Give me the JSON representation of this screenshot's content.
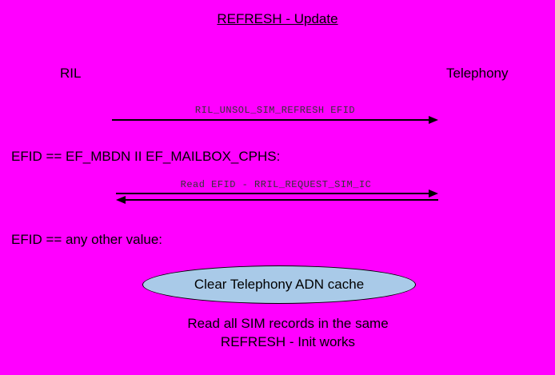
{
  "diagram": {
    "title": "REFRESH - Update",
    "actor_left": "RIL",
    "actor_right": "Telephony",
    "message1": "RIL_UNSOL_SIM_REFRESH EFID",
    "condition1": "EFID == EF_MBDN II EF_MAILBOX_CPHS:",
    "message2": "Read EFID - RRIL_REQUEST_SIM_IC",
    "condition2": "EFID == any other value:",
    "ellipse_label": "Clear Telephony ADN cache",
    "note_line1": "Read all SIM records in the same",
    "note_line2": "REFRESH - Init works",
    "colors": {
      "background": "#ff00ff",
      "ellipse_fill": "#a9cae8",
      "text": "#000000",
      "arrow": "#000000"
    }
  }
}
